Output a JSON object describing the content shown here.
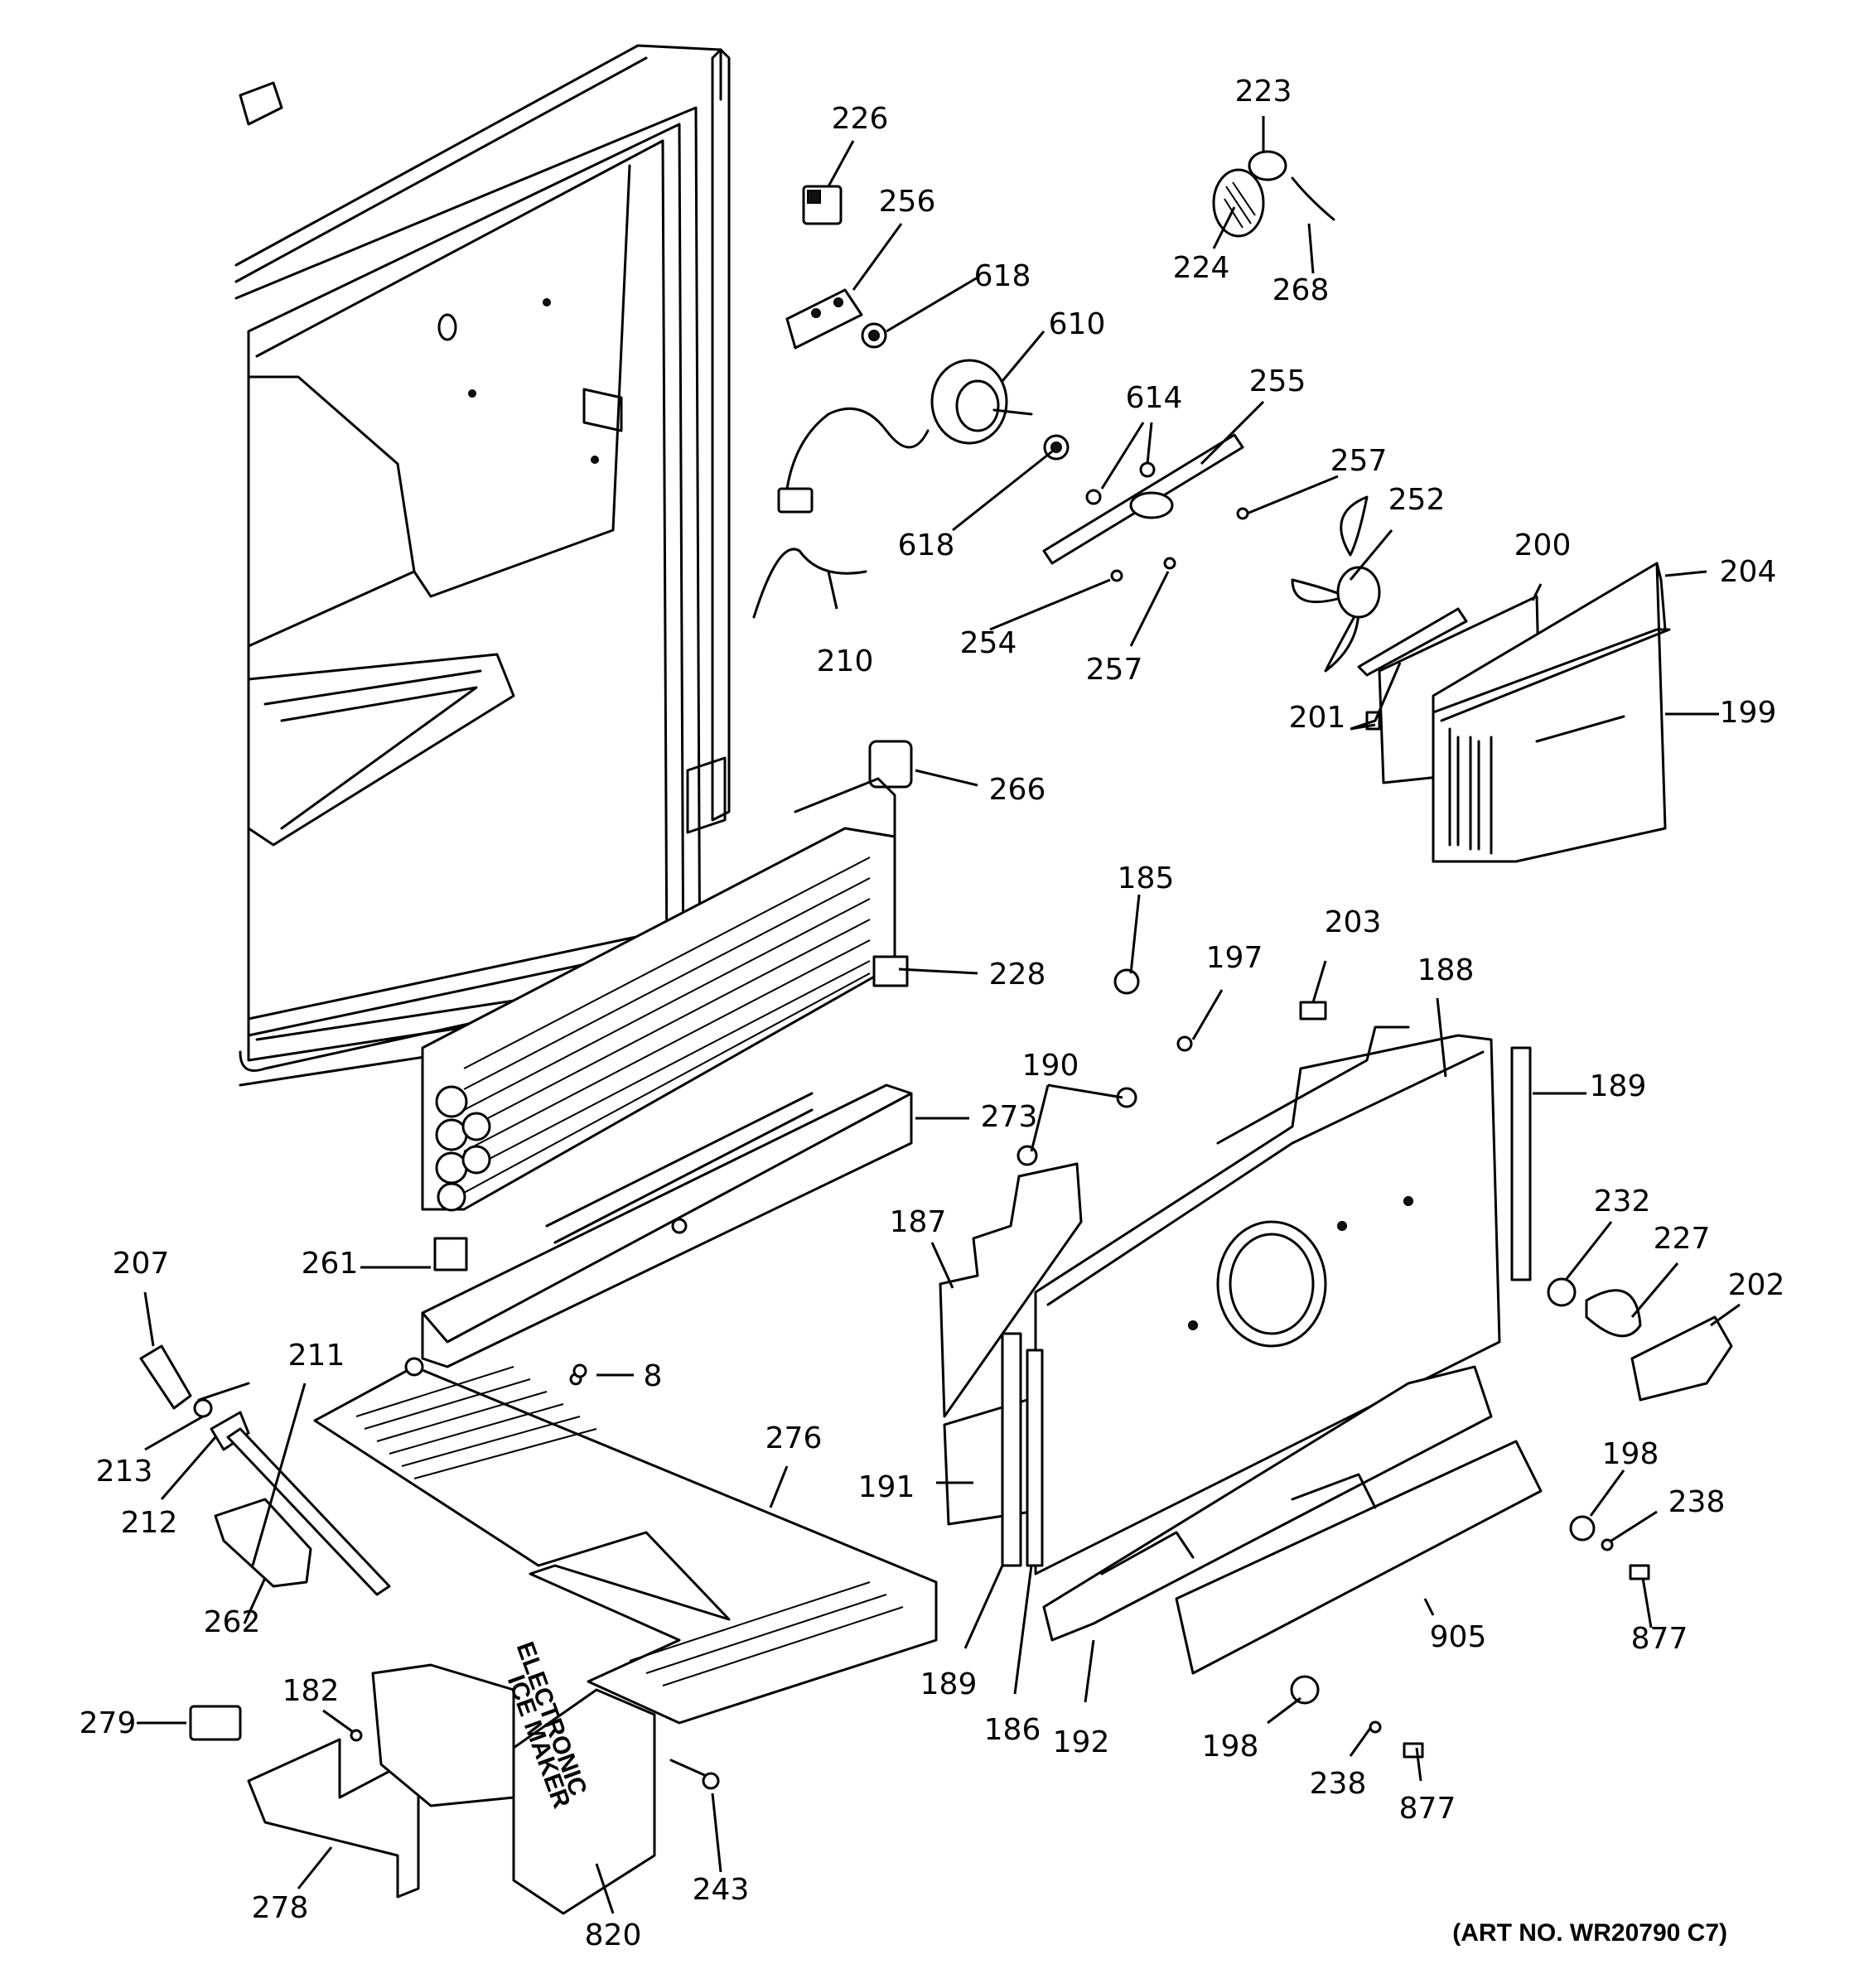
{
  "art_number": "(ART NO. WR20790 C7)",
  "callouts": {
    "c226": "226",
    "c256": "256",
    "c618a": "618",
    "c610": "610",
    "c618b": "618",
    "c210": "210",
    "c614": "614",
    "c255": "255",
    "c257a": "257",
    "c252": "252",
    "c254": "254",
    "c257b": "257",
    "c223": "223",
    "c224": "224",
    "c268": "268",
    "c200": "200",
    "c204": "204",
    "c201": "201",
    "c199": "199",
    "c266": "266",
    "c228": "228",
    "c185": "185",
    "c197": "197",
    "c203": "203",
    "c188": "188",
    "c190": "190",
    "c189a": "189",
    "c273": "273",
    "c187": "187",
    "c232": "232",
    "c227": "227",
    "c202": "202",
    "c207": "207",
    "c261": "261",
    "c211": "211",
    "c8": "8",
    "c276": "276",
    "c213": "213",
    "c212": "212",
    "c191": "191",
    "c198a": "198",
    "c238a": "238",
    "c877a": "877",
    "c262": "262",
    "c905": "905",
    "c189b": "189",
    "c186": "186",
    "c192": "192",
    "c198b": "198",
    "c238b": "238",
    "c877b": "877",
    "c279": "279",
    "c182": "182",
    "c243": "243",
    "c278": "278",
    "c820": "820"
  },
  "ice_maker_label": [
    "ELECTRONIC",
    "ICE MAKER"
  ]
}
